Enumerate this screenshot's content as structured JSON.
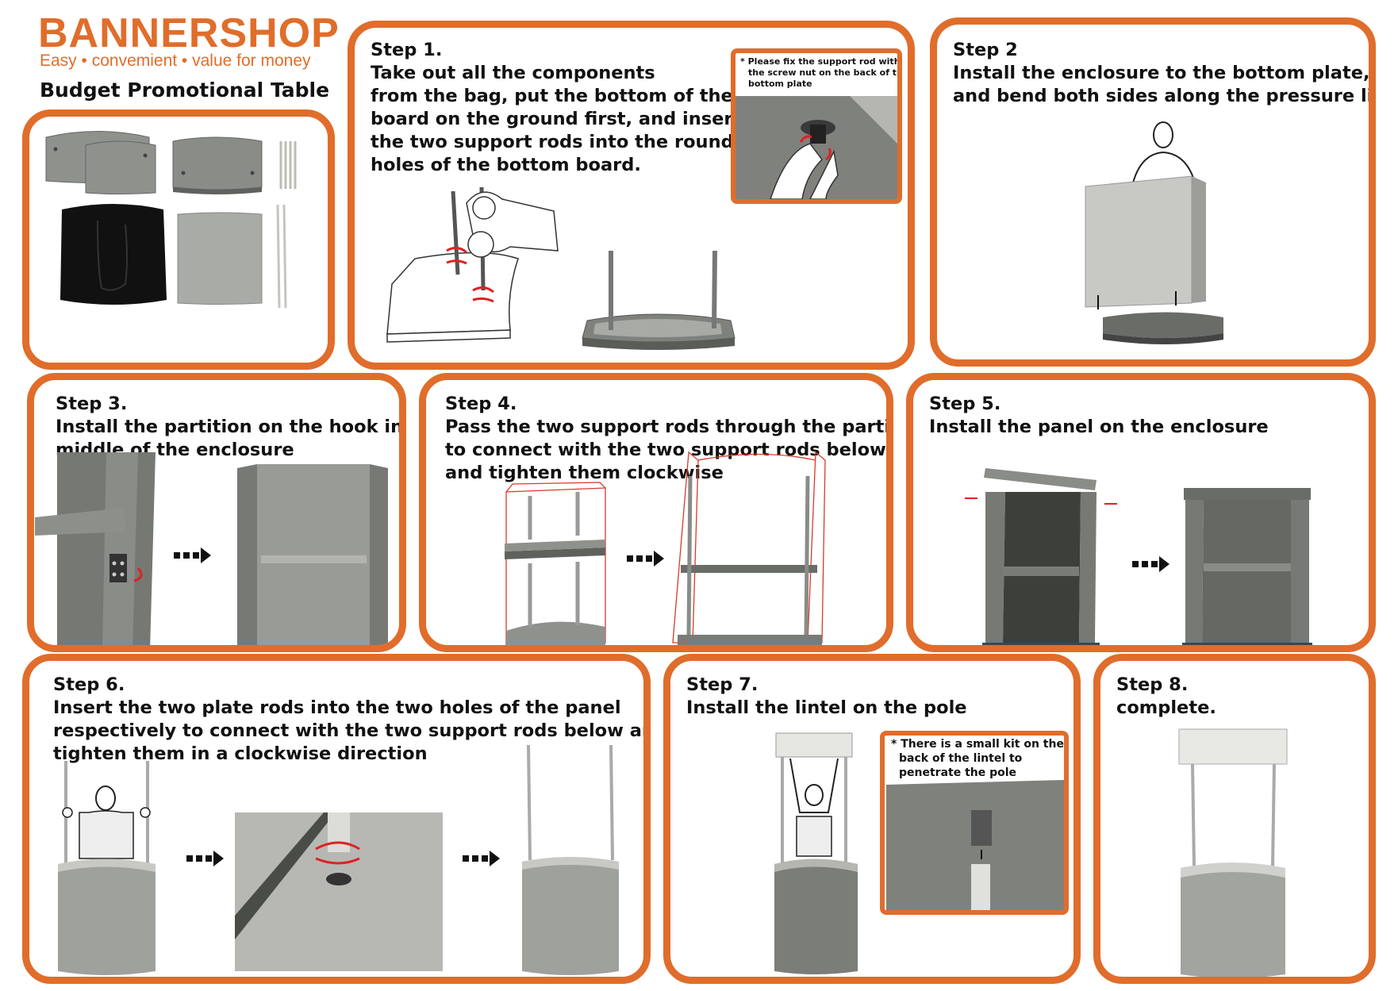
{
  "brand": {
    "name": "BANNERSHOP",
    "tagline": "Easy • convemient • value for money",
    "accent_color": "#e06d2b"
  },
  "document_title": "Budget Promotional Table",
  "steps": [
    {
      "lines": [
        "Step 1.",
        "Take out all the components",
        "from the bag, put the bottom of the",
        "board on the ground first, and insert",
        "the two support rods into the round",
        "holes of the bottom board."
      ],
      "note": [
        "Please fix the support rod with",
        "the screw nut on the back of the",
        "bottom plate"
      ],
      "note_marker": "*"
    },
    {
      "lines": [
        "Step 2",
        "Install the enclosure to the bottom plate,",
        "and bend both sides along the pressure line"
      ]
    },
    {
      "lines": [
        "Step 3.",
        "Install the partition on the hook in the",
        "middle of the enclosure"
      ]
    },
    {
      "lines": [
        "Step 4.",
        "Pass the two support rods through the partition",
        "to connect with the two support rods below",
        "and tighten them clockwise"
      ]
    },
    {
      "lines": [
        "Step 5.",
        "Install the panel on the enclosure"
      ]
    },
    {
      "lines": [
        "Step 6.",
        "Insert the two plate rods into the two holes of the panel",
        "respectively to connect with the two support rods below and",
        "tighten them in a clockwise direction"
      ]
    },
    {
      "lines": [
        "Step 7.",
        "Install the lintel on the pole"
      ],
      "note": [
        "There is a small kit on the",
        "back of the lintel to",
        "penetrate the pole"
      ],
      "note_marker": "*"
    },
    {
      "lines": [
        "Step 8.",
        "complete."
      ]
    }
  ]
}
